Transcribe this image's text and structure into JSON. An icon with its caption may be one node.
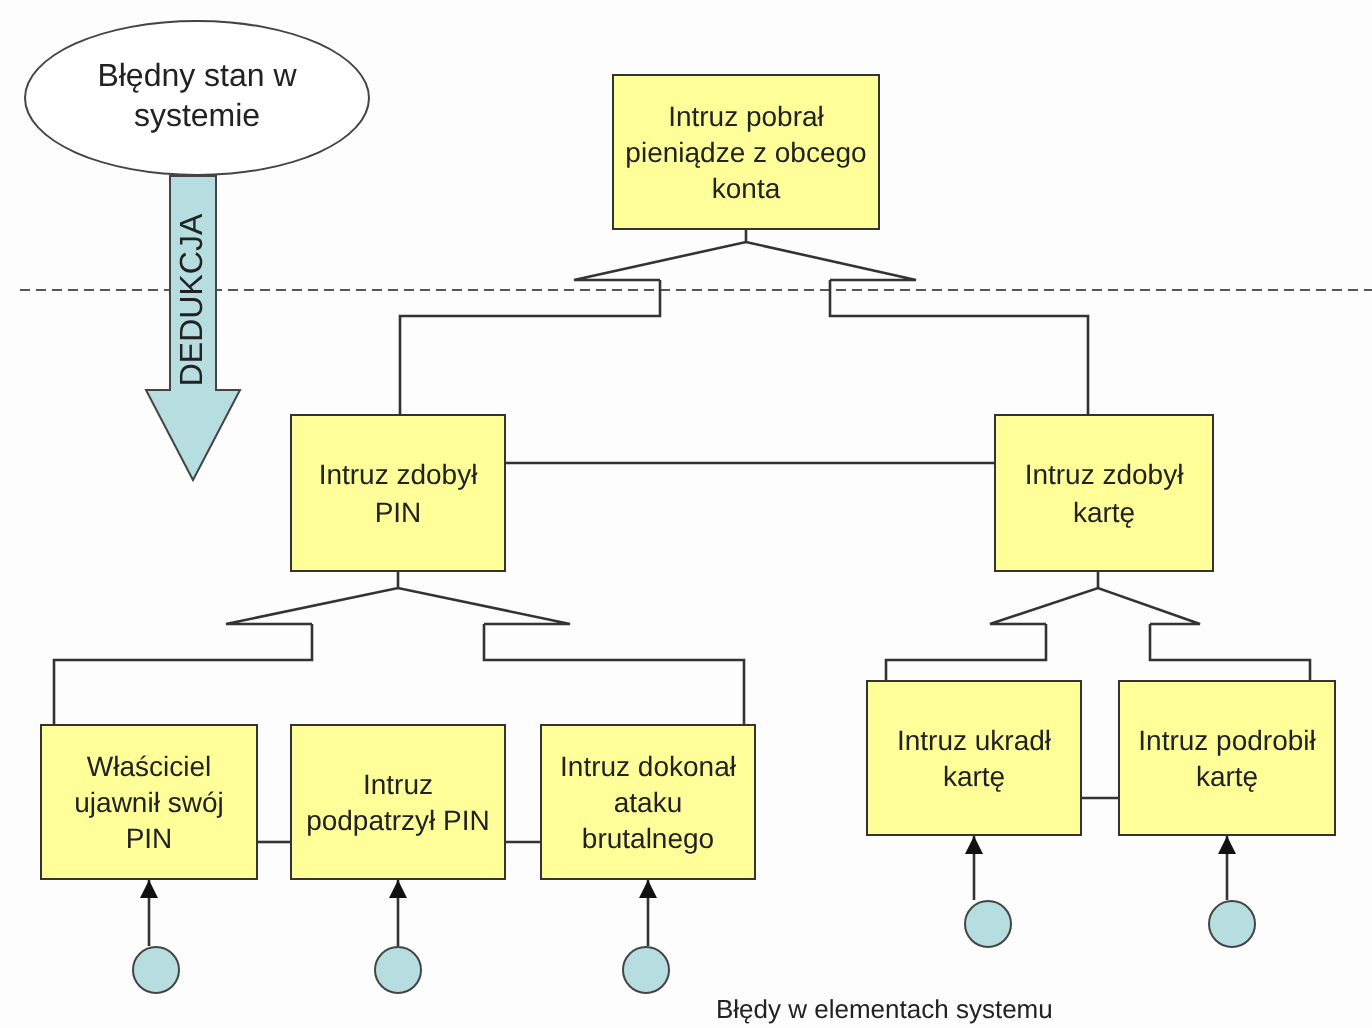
{
  "diagram": {
    "nodes": [
      {
        "text": [
          "Błędny stan w systemie"
        ]
      },
      {
        "text": [
          "Intruz pobrał pieniądze z obcego konta"
        ]
      },
      {
        "text": [],
        "shape": "triangle"
      },
      {
        "text": [
          "Intruz zdobył PIN"
        ]
      },
      {
        "text": [
          "Intruz zdobył kartę"
        ]
      },
      {
        "text": [],
        "shape": "triangle"
      },
      {
        "text": [
          "Właściciel ujawnił swój PIN"
        ]
      },
      {
        "text": [
          "Intruz podpatrzył PIN"
        ]
      },
      {
        "text": [
          "Intruz dokonał ataku brutalnego"
        ]
      },
      {
        "text": [],
        "shape": "triangle"
      },
      {
        "text": [
          "Intruz ukradł kartę"
        ]
      },
      {
        "text": [
          "Intruz podrobił kartę"
        ]
      },
      {
        "text": [],
        "shape": "circle"
      },
      {
        "text": [],
        "shape": "circle"
      },
      {
        "text": [],
        "shape": "circle"
      },
      {
        "text": [],
        "shape": "circle"
      },
      {
        "text": [],
        "shape": "circle"
      }
    ],
    "edges": [
      {
        "from": 2,
        "to": 1,
        "arrow": "none"
      },
      {
        "from": 3,
        "to": 2,
        "arrow": "none"
      },
      {
        "from": 4,
        "to": 2,
        "arrow": "none"
      },
      {
        "from": 3,
        "to": 4,
        "arrow": "none"
      },
      {
        "from": 5,
        "to": 3,
        "arrow": "none"
      },
      {
        "from": 6,
        "to": 5,
        "arrow": "none"
      },
      {
        "from": 8,
        "to": 5,
        "arrow": "none"
      },
      {
        "from": 6,
        "to": 7,
        "arrow": "none"
      },
      {
        "from": 7,
        "to": 8,
        "arrow": "none"
      },
      {
        "from": 9,
        "to": 4,
        "arrow": "none"
      },
      {
        "from": 10,
        "to": 9,
        "arrow": "none"
      },
      {
        "from": 11,
        "to": 9,
        "arrow": "none"
      },
      {
        "from": 10,
        "to": 11,
        "arrow": "none"
      },
      {
        "from": 12,
        "to": 6,
        "arrow": "to"
      },
      {
        "from": 13,
        "to": 7,
        "arrow": "to"
      },
      {
        "from": 14,
        "to": 8,
        "arrow": "to"
      },
      {
        "from": 15,
        "to": 10,
        "arrow": "to"
      },
      {
        "from": 16,
        "to": 11,
        "arrow": "to"
      }
    ],
    "labels": [
      "DEDUKCJA",
      "Błędy w elementach systemu"
    ]
  }
}
